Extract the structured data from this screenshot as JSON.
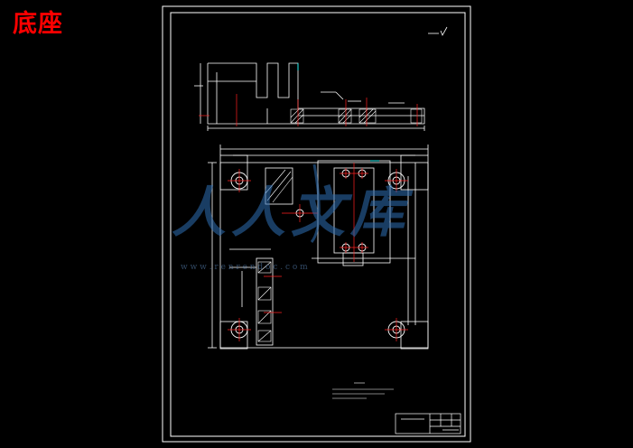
{
  "title": "底座",
  "watermark": {
    "logo_text": "人人文库",
    "url_text": "w w w . r e n r e n d o c . c o m"
  },
  "colors": {
    "background": "#000000",
    "title": "#ff0000",
    "lines": "#ffffff",
    "centerlines": "#ff2020",
    "accent": "#00ffff",
    "watermark": "#2f6fb4"
  }
}
